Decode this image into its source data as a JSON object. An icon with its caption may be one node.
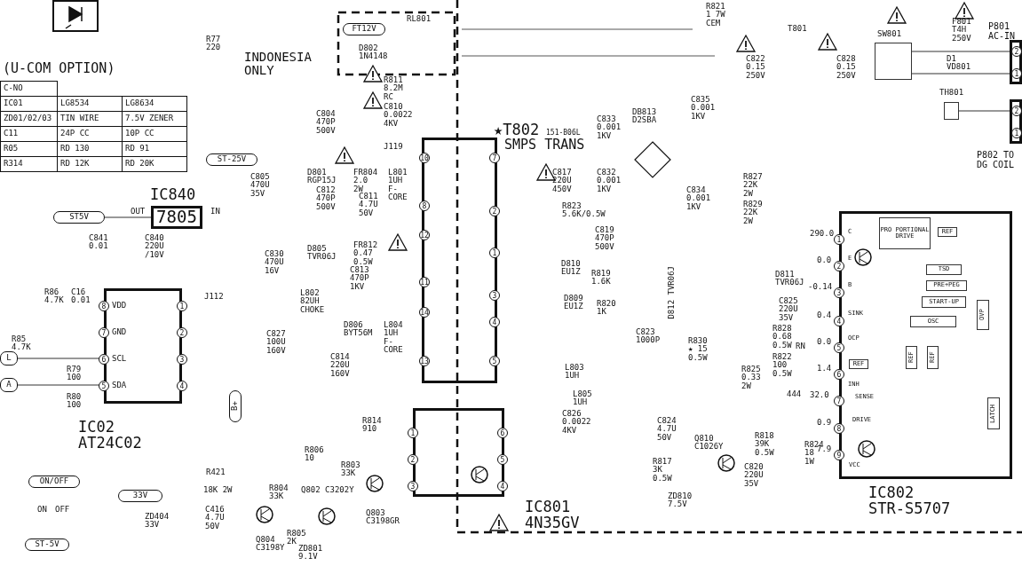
{
  "diagram": {
    "nodes": [
      {
        "text": [
          "FT12V"
        ]
      },
      {
        "text": [
          "ST-25V"
        ]
      },
      {
        "text": [
          "ST5V"
        ]
      },
      {
        "text": [
          "IC840",
          "7805"
        ]
      },
      {
        "text": [
          "★T802",
          "151-B06L",
          "SMPS TRANS"
        ]
      },
      {
        "text": [
          "SW801"
        ]
      },
      {
        "text": [
          "P801 AC-IN"
        ]
      },
      {
        "text": [
          "TH801"
        ]
      },
      {
        "text": [
          "P802 TO DG COIL"
        ]
      },
      {
        "text": [
          "IC02 AT24C02"
        ]
      },
      {
        "text": [
          "L"
        ]
      },
      {
        "text": [
          "A"
        ]
      },
      {
        "text": [
          "B+"
        ]
      },
      {
        "text": [
          "IC801 4N35GV"
        ]
      },
      {
        "text": [
          "IC802 STR-S5707"
        ]
      },
      {
        "text": [
          "PRO PORTIONAL DRIVE"
        ],
        "in": 14
      },
      {
        "text": [
          "REF"
        ],
        "in": 14
      },
      {
        "text": [
          "TSD"
        ],
        "in": 14
      },
      {
        "text": [
          "PRE+PEG"
        ],
        "in": 14
      },
      {
        "text": [
          "START-UP"
        ],
        "in": 14
      },
      {
        "text": [
          "OSC"
        ],
        "in": 14
      },
      {
        "text": [
          "OVP"
        ],
        "in": 14
      },
      {
        "text": [
          "REF"
        ],
        "in": 14
      },
      {
        "text": [
          "REF"
        ],
        "in": 14
      },
      {
        "text": [
          "REF"
        ],
        "in": 14
      },
      {
        "text": [
          "LATCH"
        ],
        "in": 14
      },
      {
        "text": [
          "ON/OFF"
        ]
      },
      {
        "text": [
          "33V"
        ]
      },
      {
        "text": [
          "ST-5V"
        ]
      }
    ],
    "edges": [
      {
        "from": 2,
        "to": 3,
        "arrow": "none"
      },
      {
        "from": 10,
        "to": 9,
        "arrow": "none"
      },
      {
        "from": 11,
        "to": 9,
        "arrow": "none"
      },
      {
        "from": 5,
        "to": 6,
        "arrow": "none"
      },
      {
        "from": 5,
        "to": 6,
        "arrow": "none"
      },
      {
        "from": 7,
        "to": 8,
        "arrow": "none"
      }
    ],
    "labels": [
      "R77 220",
      "(U-COM OPTION)",
      "C-NO",
      "IC01",
      "LG8534",
      "LG8634",
      "ZD01/02/03",
      "TIN WIRE",
      "7.5V ZENER",
      "C11",
      "24P CC",
      "10P CC",
      "R05",
      "RD 130",
      "RD 91",
      "R314",
      "RD 12K",
      "RD 20K",
      "INDONESIA ONLY",
      "RL801",
      "D802 1N4148",
      "R811 8.2M RC",
      "C804 470P 500V",
      "C810 0.0022 4KV",
      "J119",
      "C805 470U 35V",
      "D801 RGP15J",
      "FR804 2.0 2W",
      "L801 1UH F-CORE",
      "C812 470P 500V",
      "C811 4.7U 50V",
      "OUT",
      "IN",
      "C841 0.01",
      "C840 220U /10V",
      "C830 470U 16V",
      "D805 TVR06J",
      "FR812 0.47 0.5W",
      "C813 470P 1KV",
      "C833 0.001 1KV",
      "DB813 D2SBA",
      "C835 0.001 1KV",
      "C817 220U 450V",
      "C832 0.001 1KV",
      "C834 0.001 1KV",
      "R821 1 7W CEM",
      "T801",
      "C822 0.15 250V",
      "C828 0.15 250V",
      "F801 T4H 250V",
      "D1 VD801",
      "R827 22K 2W",
      "R829 22K 2W",
      "R823 5.6K/0.5W",
      "C819 470P 500V",
      "D810 EU1Z",
      "R819 1.6K",
      "D809 EU1Z",
      "R820 1K",
      "D812 TVR06J",
      "C823 1000P",
      "R830 ★ 15 0.5W",
      "D811 TVR06J",
      "C825 220U 35V",
      "R828 0.68 0.5W",
      "RN",
      "R822 100 0.5W",
      "R825 0.33 2W",
      "444",
      "L803 1UH",
      "L805 1UH",
      "C826 0.0022 4KV",
      "C824 4.7U 50V",
      "Q810 C1026Y",
      "R818 39K 0.5W",
      "R824 18 1W",
      "R817 3K 0.5W",
      "C820 220U 35V",
      "ZD810 7.5V",
      "R86 4.7K",
      "C16 0.01",
      "J112",
      "R85 4.7K",
      "R79 100",
      "R80 100",
      "L802 82UH CHOKE",
      "C827 100U 160V",
      "D806 BYT56M",
      "L804 1UH F-CORE",
      "C814 220U 160V",
      "R806 10",
      "R814 910",
      "R803 33K",
      "R421",
      "18K 2W",
      "R804 33K",
      "Q802 C3202Y",
      "ON",
      "OFF",
      "ZD404 33V",
      "C416 4.7U 50V",
      "Q804 C3198Y",
      "R805 2K",
      "ZD801 9.1V",
      "Q803 C3198GR",
      "8",
      "VDD",
      "7",
      "GND",
      "6",
      "SCL",
      "5",
      "SDA",
      "1",
      "2",
      "3",
      "4",
      "10",
      "8",
      "12",
      "11",
      "14",
      "13",
      "7",
      "2",
      "1",
      "3",
      "4",
      "5",
      "1",
      "2",
      "3",
      "6",
      "5",
      "4",
      "290.0",
      "1",
      "C",
      "0.0",
      "2",
      "E",
      "-0.14",
      "3",
      "B",
      "0.4",
      "4",
      "SINK",
      "0.0",
      "5",
      "OCP",
      "1.4",
      "6",
      "INH",
      "32.0",
      "7",
      "SENSE",
      "0.9",
      "8",
      "DRIVE",
      "7.9",
      "9",
      "VCC",
      "2",
      "1",
      "2",
      "1"
    ]
  }
}
